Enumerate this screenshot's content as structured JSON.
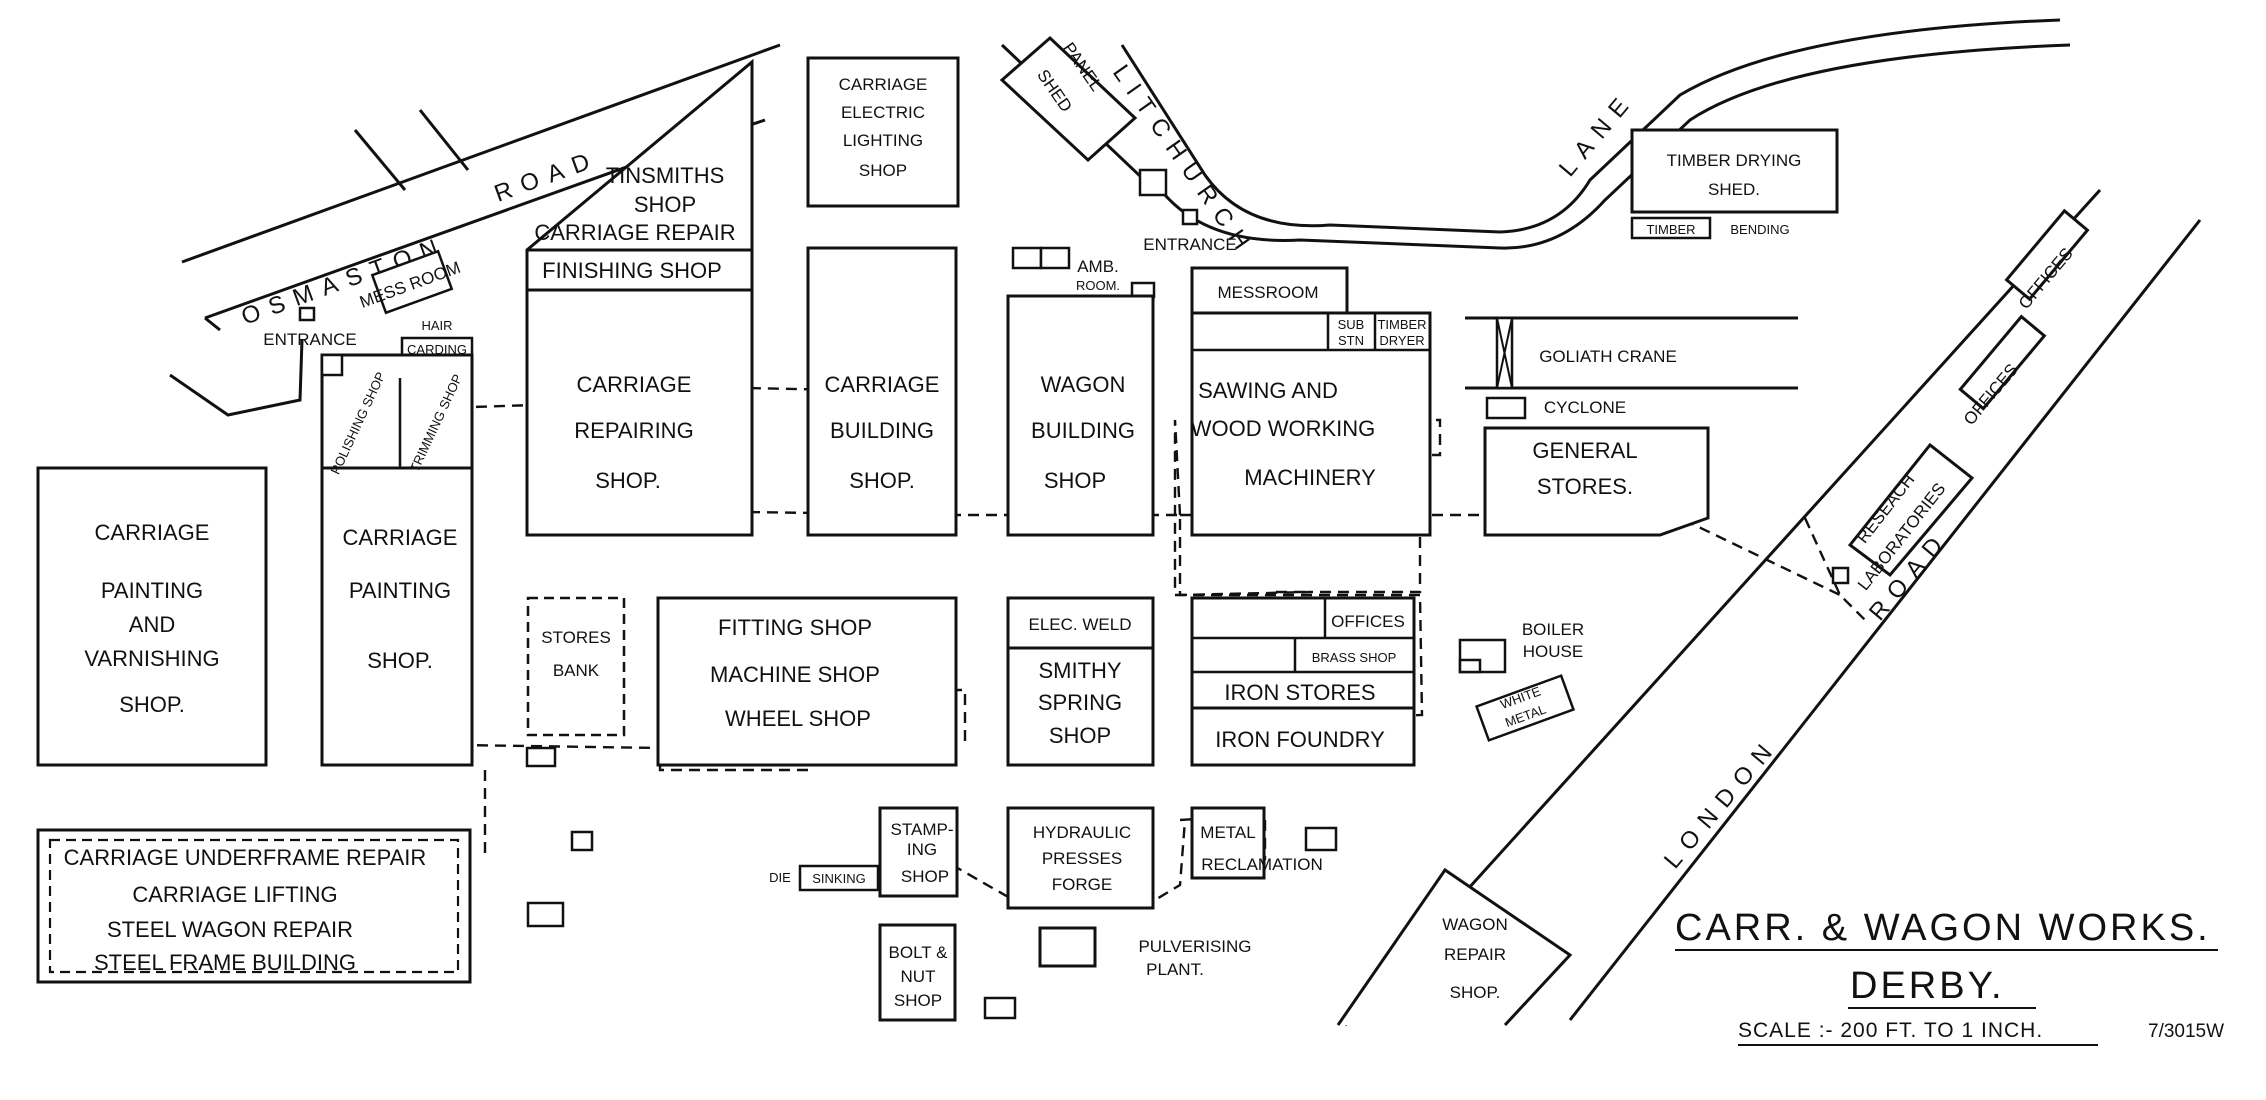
{
  "roads": {
    "osmaston_1": "OSMASTON",
    "osmaston_2": "ROAD",
    "litchurch_1": "LITCHURCH",
    "litchurch_2": "LANE",
    "london_1": "LONDON",
    "london_2": "ROAD"
  },
  "entrances": {
    "osmaston": "ENTRANCE",
    "litchurch": "ENTRANCE"
  },
  "buildings": {
    "mess_room": "MESS ROOM",
    "hair_carding": [
      "HAIR",
      "CARDING"
    ],
    "polishing_shop": "POLISHING SHOP",
    "trimming_shop": "TRIMMING SHOP",
    "tinsmiths_shop": [
      "TINSMITHS",
      "SHOP"
    ],
    "carriage_repair": "CARRIAGE REPAIR",
    "finishing_shop": "FINISHING SHOP",
    "carriage_repairing_shop": [
      "CARRIAGE",
      "REPAIRING",
      "SHOP."
    ],
    "carriage_electric_lighting_shop": [
      "CARRIAGE",
      "ELECTRIC",
      "LIGHTING",
      "SHOP"
    ],
    "carriage_building_shop": [
      "CARRIAGE",
      "BUILDING",
      "SHOP."
    ],
    "panel_shed": [
      "PANEL",
      "SHED"
    ],
    "amb_room": [
      "AMB.",
      "ROOM."
    ],
    "wagon_building_shop": [
      "WAGON",
      "BUILDING",
      "SHOP"
    ],
    "messroom": "MESSROOM",
    "sub_stn": [
      "SUB",
      "STN"
    ],
    "timber_dryer": [
      "TIMBER",
      "DRYER"
    ],
    "sawing_wood_working": [
      "SAWING AND",
      "WOOD WORKING",
      "MACHINERY"
    ],
    "timber_drying_shed": [
      "TIMBER DRYING",
      "SHED."
    ],
    "timber": "TIMBER",
    "bending": "BENDING",
    "goliath_crane": "GOLIATH CRANE",
    "cyclone": "CYCLONE",
    "general_stores": [
      "GENERAL",
      "STORES."
    ],
    "offices_1": "OFFICES",
    "offices_2": "OFFICES",
    "research_laboratories": [
      "RESEACH",
      "LABORATORIES"
    ],
    "carriage_painting_varnishing": [
      "CARRIAGE",
      "PAINTING",
      "AND",
      "VARNISHING",
      "SHOP."
    ],
    "carriage_painting_shop": [
      "CARRIAGE",
      "PAINTING",
      "SHOP."
    ],
    "stores_bank": [
      "STORES",
      "BANK"
    ],
    "fitting_machine_wheel": [
      "FITTING SHOP",
      "MACHINE SHOP",
      "WHEEL SHOP"
    ],
    "elec_weld": "ELEC. WELD",
    "smithy_spring_shop": [
      "SMITHY",
      "SPRING",
      "SHOP"
    ],
    "offices_foundry": "OFFICES",
    "brass_shop": "BRASS SHOP",
    "iron_stores": "IRON STORES",
    "iron_foundry": "IRON FOUNDRY",
    "boiler_house": [
      "BOILER",
      "HOUSE"
    ],
    "white_metal": [
      "WHITE",
      "METAL"
    ],
    "underframe": [
      "CARRIAGE UNDERFRAME REPAIR",
      "CARRIAGE LIFTING",
      "STEEL WAGON REPAIR",
      "STEEL FRAME BUILDING"
    ],
    "die_sinking": [
      "DIE",
      "SINKING"
    ],
    "stamping_shop": [
      "STAMP-",
      "ING",
      "SHOP"
    ],
    "hydraulic_presses_forge": [
      "HYDRAULIC",
      "PRESSES",
      "FORGE"
    ],
    "metal_reclamation": [
      "METAL",
      "RECLAMATION"
    ],
    "bolt_nut_shop": [
      "BOLT &",
      "NUT",
      "SHOP"
    ],
    "pulverising_plant": [
      "PULVERISING",
      "PLANT."
    ],
    "wagon_repair_shop": [
      "WAGON",
      "REPAIR",
      "SHOP."
    ]
  },
  "title_block": {
    "title": "CARR. & WAGON WORKS.",
    "subtitle": "DERBY.",
    "scale": "SCALE :- 200 FT. TO 1 INCH.",
    "ref": "7/3015W"
  },
  "colors": {
    "ink": "#111111",
    "paper": "#ffffff"
  }
}
